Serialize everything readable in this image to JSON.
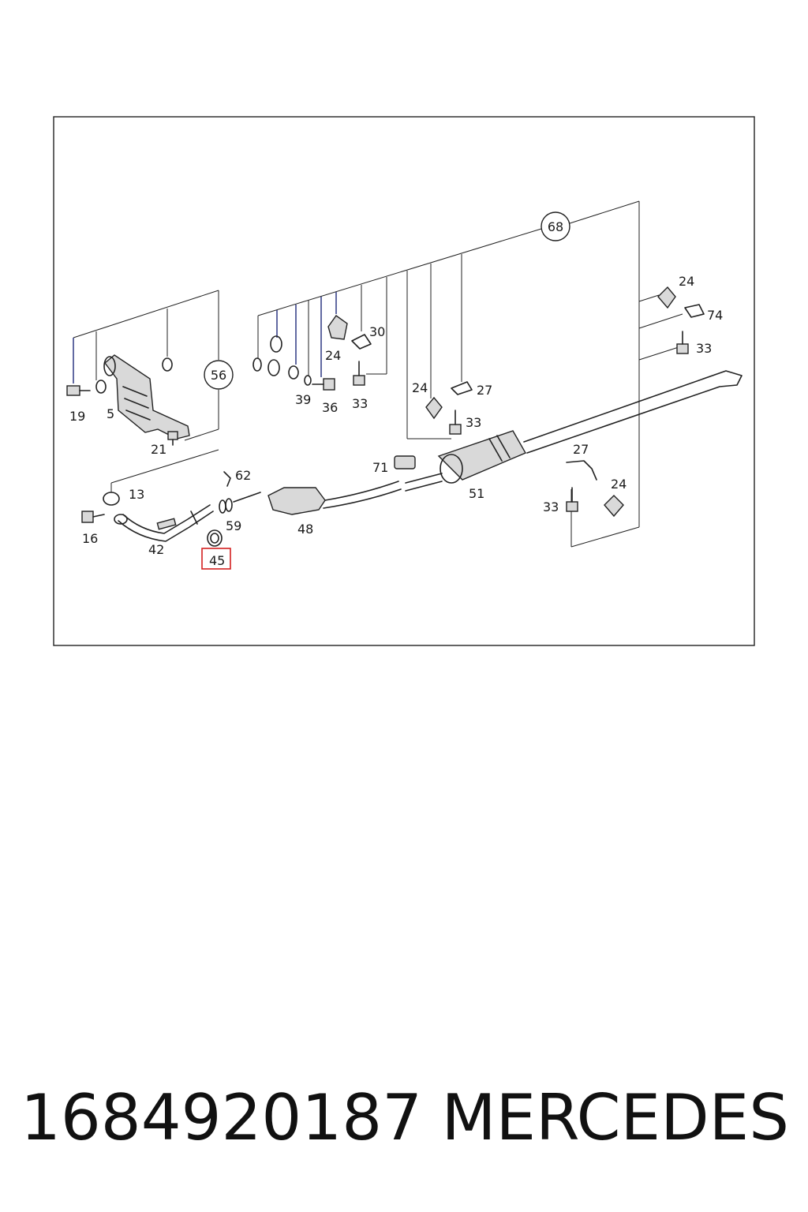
{
  "diagram": {
    "callouts": {
      "c68": "68",
      "c56": "56"
    },
    "labels": {
      "l24a": "24",
      "l74": "74",
      "l33a": "33",
      "l30": "30",
      "l24b": "24",
      "l39": "39",
      "l36": "36",
      "l33b": "33",
      "l24c": "24",
      "l27a": "27",
      "l33c": "33",
      "l19": "19",
      "l5": "5",
      "l21": "21",
      "l62": "62",
      "l13": "13",
      "l16": "16",
      "l42": "42",
      "l59": "59",
      "l45": "45",
      "l48": "48",
      "l71": "71",
      "l51": "51",
      "l27b": "27",
      "l33d": "33",
      "l24d": "24"
    },
    "highlight_color": "#d42020"
  },
  "footer": {
    "part_number": "1684920187",
    "brand": "MERCEDES"
  }
}
